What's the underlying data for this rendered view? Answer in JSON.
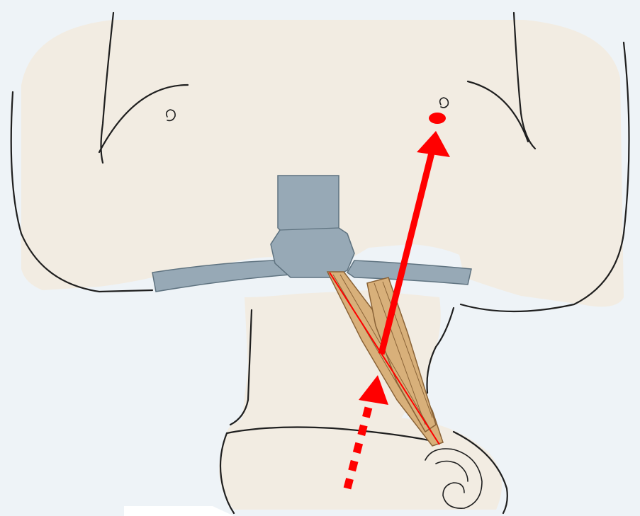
{
  "diagram": {
    "colors": {
      "background": "#eef3f7",
      "skin": "#f2ece2",
      "outline": "#1f1f1f",
      "bone": "#97a9b6",
      "bone_dark": "#5f7380",
      "muscle": "#d8b07a",
      "muscle_line": "#8a6337",
      "arrow": "#ff0000"
    },
    "parts": {
      "head": "head-outline",
      "neck": "neck",
      "chest": "chest",
      "ears": "ear-icons",
      "sternum": "sternum-manubrium",
      "clavicles": "clavicles",
      "muscle": "sternocleidomastoid-muscle",
      "nipples": "nipple-icons"
    },
    "arrows": {
      "solid": "solid-arrow-icon",
      "dashed": "dashed-arrow-icon"
    }
  }
}
